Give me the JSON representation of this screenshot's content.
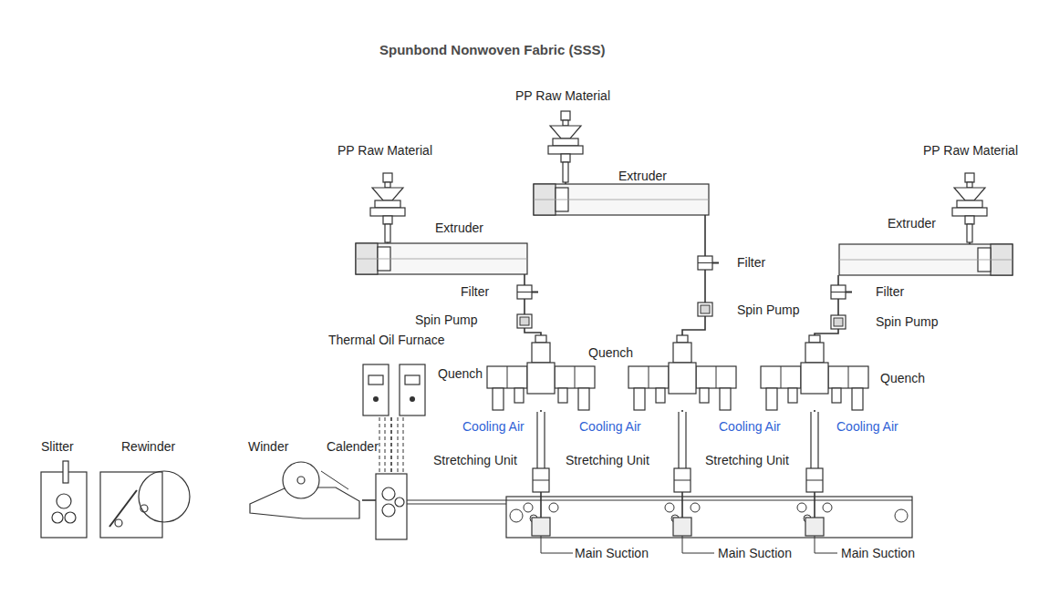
{
  "diagram": {
    "title": "Spunbond Nonwoven Fabric (SSS)",
    "nodes": [
      {
        "text": [
          "PP Raw Material"
        ]
      },
      {
        "text": [
          "Extruder"
        ]
      },
      {
        "text": [
          "Filter"
        ]
      },
      {
        "text": [
          "Spin Pump"
        ]
      },
      {
        "text": [
          "Quench"
        ]
      },
      {
        "text": [
          "Stretching Unit"
        ]
      },
      {
        "text": [
          "Main Suction"
        ]
      },
      {
        "text": [
          "PP Raw Material"
        ]
      },
      {
        "text": [
          "Extruder"
        ]
      },
      {
        "text": [
          "Filter"
        ]
      },
      {
        "text": [
          "Spin Pump"
        ]
      },
      {
        "text": [
          "Quench"
        ]
      },
      {
        "text": [
          "Stretching Unit"
        ]
      },
      {
        "text": [
          "Main Suction"
        ]
      },
      {
        "text": [
          "PP Raw Material"
        ]
      },
      {
        "text": [
          "Extruder"
        ]
      },
      {
        "text": [
          "Filter"
        ]
      },
      {
        "text": [
          "Spin Pump"
        ]
      },
      {
        "text": [
          "Quench"
        ]
      },
      {
        "text": [
          "Stretching Unit"
        ]
      },
      {
        "text": [
          "Main Suction"
        ]
      },
      {
        "text": [
          "Thermal Oil Furnace"
        ]
      },
      {
        "text": [
          "Calender"
        ]
      },
      {
        "text": [
          "Winder"
        ]
      },
      {
        "text": [
          "Slitter"
        ]
      },
      {
        "text": [
          "Rewinder"
        ]
      }
    ],
    "edges": [
      {
        "from": 0,
        "to": 1,
        "arrow": "none"
      },
      {
        "from": 1,
        "to": 2,
        "arrow": "none"
      },
      {
        "from": 2,
        "to": 3,
        "arrow": "none"
      },
      {
        "from": 3,
        "to": 4,
        "arrow": "none"
      },
      {
        "from": 4,
        "to": 5,
        "arrow": "none"
      },
      {
        "from": 5,
        "to": 6,
        "arrow": "none"
      },
      {
        "from": 7,
        "to": 8,
        "arrow": "none"
      },
      {
        "from": 8,
        "to": 9,
        "arrow": "none"
      },
      {
        "from": 9,
        "to": 10,
        "arrow": "none"
      },
      {
        "from": 10,
        "to": 11,
        "arrow": "none"
      },
      {
        "from": 11,
        "to": 12,
        "arrow": "none"
      },
      {
        "from": 12,
        "to": 13,
        "arrow": "none"
      },
      {
        "from": 14,
        "to": 15,
        "arrow": "none"
      },
      {
        "from": 15,
        "to": 16,
        "arrow": "none"
      },
      {
        "from": 16,
        "to": 17,
        "arrow": "none"
      },
      {
        "from": 17,
        "to": 18,
        "arrow": "none"
      },
      {
        "from": 18,
        "to": 19,
        "arrow": "none"
      },
      {
        "from": 19,
        "to": 20,
        "arrow": "none"
      },
      {
        "from": 21,
        "to": 22,
        "arrow": "none"
      },
      {
        "from": 22,
        "to": 23,
        "arrow": "none"
      }
    ],
    "labels": [
      "Cooling Air",
      "Cooling Air",
      "Cooling Air",
      "Cooling Air"
    ]
  }
}
